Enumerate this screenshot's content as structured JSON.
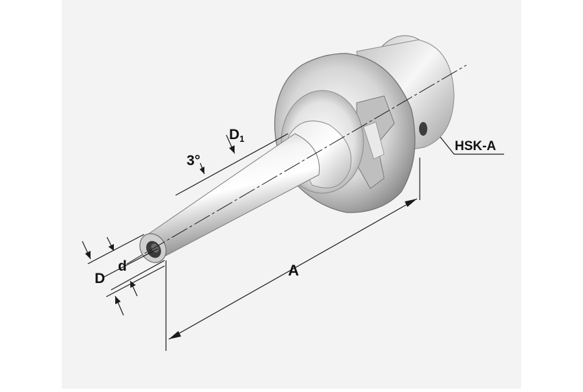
{
  "diagram": {
    "title": "",
    "labels": {
      "length_a": "A",
      "outer_diameter": "D",
      "inner_diameter": "d",
      "shank_diameter_letter": "D",
      "shank_diameter_subscript": "1",
      "taper_angle": "3°",
      "interface": "HSK-A"
    }
  },
  "colors": {
    "background": "#f3f3f3",
    "dimension_lines": "#1a1a1a",
    "metal_highlight": "#ffffff",
    "metal_shadow": "#8c8c8c",
    "bore_dark": "#3a3a3a"
  }
}
